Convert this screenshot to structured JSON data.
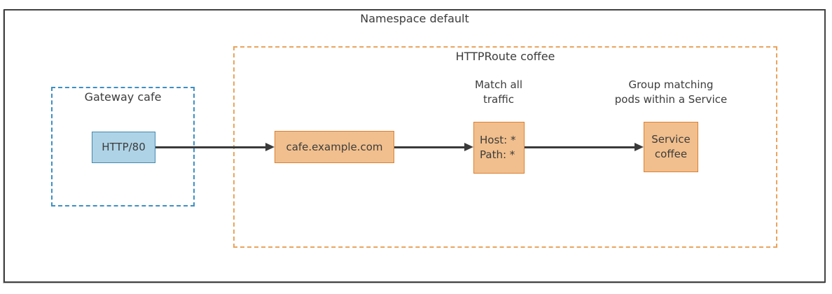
{
  "namespace": {
    "label": "Namespace default"
  },
  "gateway": {
    "label": "Gateway cafe",
    "listener": {
      "label": "HTTP/80"
    }
  },
  "httproute": {
    "label": "HTTPRoute coffee",
    "hostname": {
      "label": "cafe.example.com"
    },
    "match": {
      "caption": "Match all\ntraffic",
      "label": "Host: *\nPath: *"
    },
    "service": {
      "caption": "Group matching\npods within a Service",
      "label": "Service\ncoffee"
    }
  },
  "colors": {
    "frame_border": "#424242",
    "gateway_dashed_border": "#3d8fc4",
    "listener_fill": "#aed3e6",
    "listener_border": "#4489ae",
    "httproute_dashed_border": "#e9a45e",
    "node_orange_fill": "#f1bf8d",
    "node_orange_border": "#dd8030",
    "arrow": "#3a3a3a",
    "text": "#3c3c3c"
  }
}
